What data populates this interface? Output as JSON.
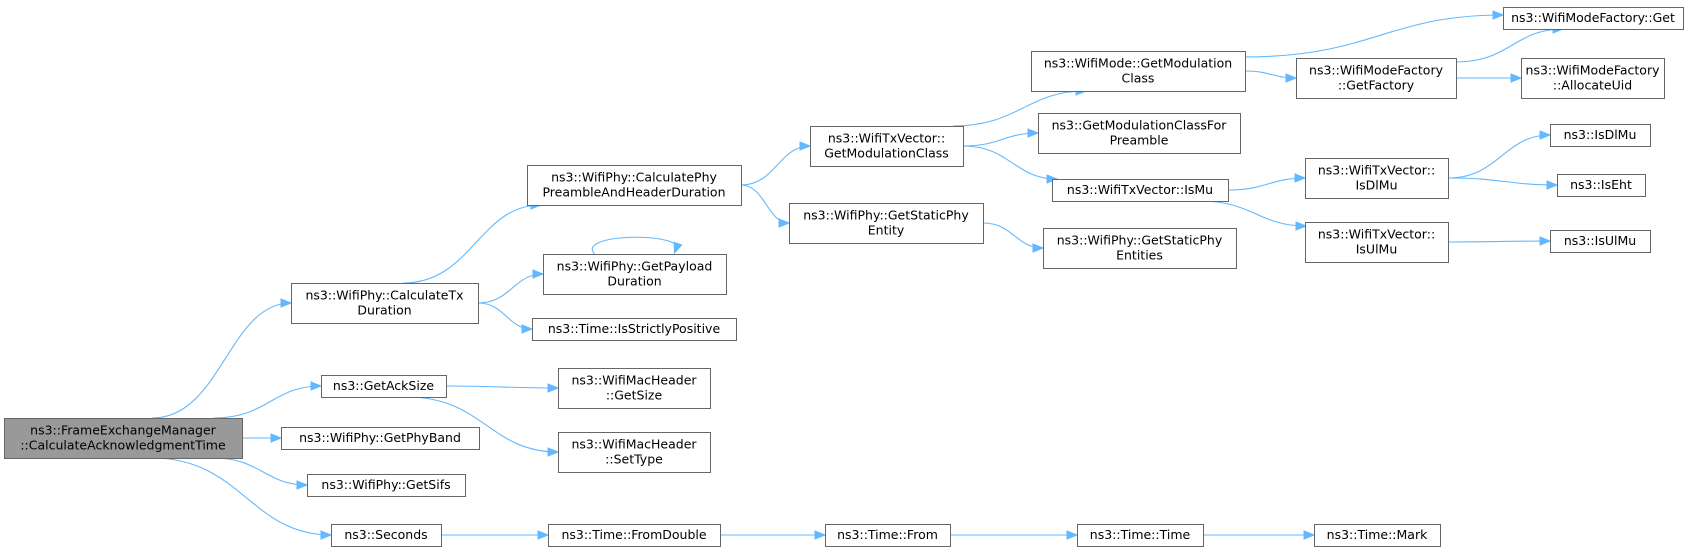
{
  "graph": {
    "root": "n0",
    "edge_color": "#63b8ff",
    "root_fill": "#999999",
    "nodes": [
      {
        "id": "n0",
        "lines": [
          "ns3::FrameExchangeManager",
          "::CalculateAcknowledgmentTime"
        ],
        "root": true
      },
      {
        "id": "n1",
        "lines": [
          "ns3::WifiPhy::CalculateTx",
          "Duration"
        ]
      },
      {
        "id": "n2",
        "lines": [
          "ns3::GetAckSize"
        ]
      },
      {
        "id": "n3",
        "lines": [
          "ns3::WifiPhy::GetPhyBand"
        ]
      },
      {
        "id": "n4",
        "lines": [
          "ns3::WifiPhy::GetSifs"
        ]
      },
      {
        "id": "n5",
        "lines": [
          "ns3::Seconds"
        ]
      },
      {
        "id": "n6",
        "lines": [
          "ns3::WifiPhy::CalculatePhy",
          "PreambleAndHeaderDuration"
        ]
      },
      {
        "id": "n7",
        "lines": [
          "ns3::WifiPhy::GetPayload",
          "Duration"
        ]
      },
      {
        "id": "n8",
        "lines": [
          "ns3::Time::IsStrictlyPositive"
        ]
      },
      {
        "id": "n9",
        "lines": [
          "ns3::WifiMacHeader",
          "::GetSize"
        ]
      },
      {
        "id": "n10",
        "lines": [
          "ns3::WifiMacHeader",
          "::SetType"
        ]
      },
      {
        "id": "n11",
        "lines": [
          "ns3::Time::FromDouble"
        ]
      },
      {
        "id": "n12",
        "lines": [
          "ns3::WifiTxVector::",
          "GetModulationClass"
        ]
      },
      {
        "id": "n13",
        "lines": [
          "ns3::WifiPhy::GetStaticPhy",
          "Entity"
        ]
      },
      {
        "id": "n14",
        "lines": [
          "ns3::Time::From"
        ]
      },
      {
        "id": "n15",
        "lines": [
          "ns3::WifiMode::GetModulation",
          "Class"
        ]
      },
      {
        "id": "n16",
        "lines": [
          "ns3::GetModulationClassFor",
          "Preamble"
        ]
      },
      {
        "id": "n17",
        "lines": [
          "ns3::WifiTxVector::IsMu"
        ]
      },
      {
        "id": "n18",
        "lines": [
          "ns3::WifiPhy::GetStaticPhy",
          "Entities"
        ]
      },
      {
        "id": "n19",
        "lines": [
          "ns3::Time::Time"
        ]
      },
      {
        "id": "n20",
        "lines": [
          "ns3::WifiModeFactory",
          "::GetFactory"
        ]
      },
      {
        "id": "n21",
        "lines": [
          "ns3::WifiTxVector::",
          "IsDlMu"
        ]
      },
      {
        "id": "n22",
        "lines": [
          "ns3::WifiTxVector::",
          "IsUlMu"
        ]
      },
      {
        "id": "n23",
        "lines": [
          "ns3::Time::Mark"
        ]
      },
      {
        "id": "n24",
        "lines": [
          "ns3::WifiModeFactory::Get"
        ]
      },
      {
        "id": "n25",
        "lines": [
          "ns3::WifiModeFactory",
          "::AllocateUid"
        ]
      },
      {
        "id": "n26",
        "lines": [
          "ns3::IsDlMu"
        ]
      },
      {
        "id": "n27",
        "lines": [
          "ns3::IsEht"
        ]
      },
      {
        "id": "n28",
        "lines": [
          "ns3::IsUlMu"
        ]
      }
    ],
    "edges": [
      [
        "n0",
        "n1"
      ],
      [
        "n0",
        "n2"
      ],
      [
        "n0",
        "n3"
      ],
      [
        "n0",
        "n4"
      ],
      [
        "n0",
        "n5"
      ],
      [
        "n1",
        "n6"
      ],
      [
        "n1",
        "n7"
      ],
      [
        "n1",
        "n8"
      ],
      [
        "n2",
        "n9"
      ],
      [
        "n2",
        "n10"
      ],
      [
        "n5",
        "n11"
      ],
      [
        "n6",
        "n12"
      ],
      [
        "n6",
        "n13"
      ],
      [
        "n7",
        "n7"
      ],
      [
        "n11",
        "n14"
      ],
      [
        "n12",
        "n15"
      ],
      [
        "n12",
        "n16"
      ],
      [
        "n12",
        "n17"
      ],
      [
        "n13",
        "n18"
      ],
      [
        "n14",
        "n19"
      ],
      [
        "n15",
        "n20"
      ],
      [
        "n15",
        "n24"
      ],
      [
        "n17",
        "n21"
      ],
      [
        "n17",
        "n22"
      ],
      [
        "n19",
        "n23"
      ],
      [
        "n20",
        "n24"
      ],
      [
        "n20",
        "n25"
      ],
      [
        "n21",
        "n26"
      ],
      [
        "n21",
        "n27"
      ],
      [
        "n22",
        "n28"
      ]
    ]
  }
}
